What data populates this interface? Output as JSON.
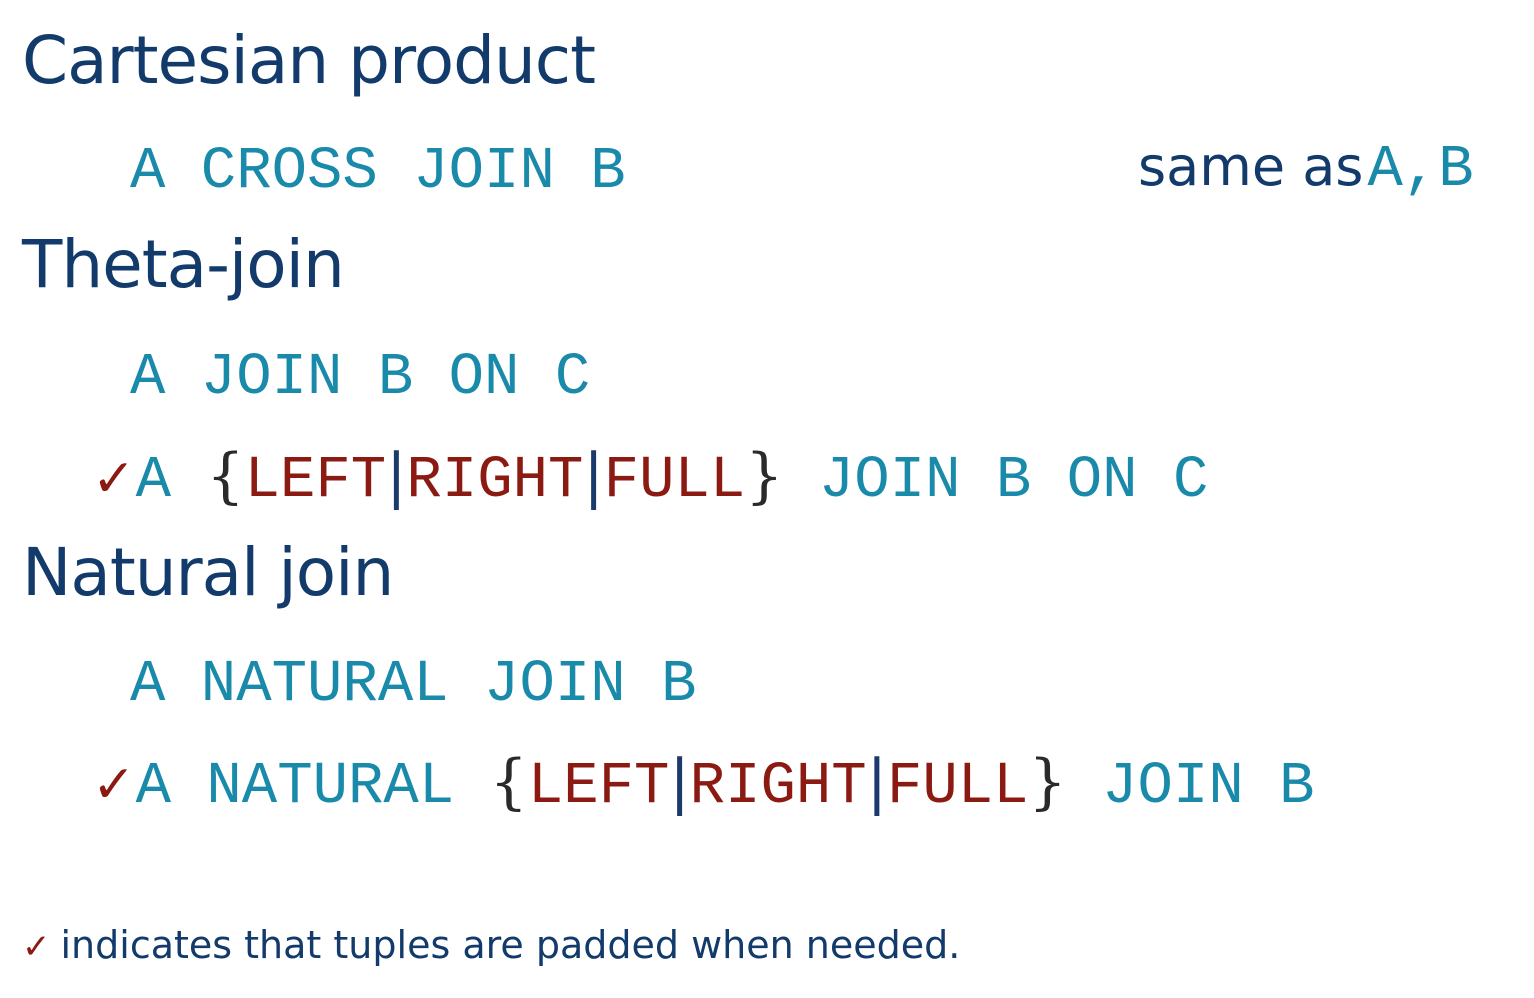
{
  "sections": [
    {
      "title": "Cartesian product",
      "lines": [
        {
          "text": "A CROSS JOIN B"
        }
      ],
      "note": {
        "prefix": "same as",
        "code": "A,B"
      }
    },
    {
      "title": "Theta-join",
      "lines": [
        {
          "text": "A JOIN B ON C"
        },
        {
          "check": "✓",
          "before": "A ",
          "open_brace": "{",
          "opt1": "LEFT",
          "sep1": "|",
          "opt2": "RIGHT",
          "sep2": "|",
          "opt3": "FULL",
          "close_brace": "}",
          "after": " JOIN B ON C"
        }
      ]
    },
    {
      "title": "Natural join",
      "lines": [
        {
          "text": "A NATURAL JOIN B"
        },
        {
          "check": "✓",
          "before": "A NATURAL ",
          "open_brace": "{",
          "opt1": "LEFT",
          "sep1": "|",
          "opt2": "RIGHT",
          "sep2": "|",
          "opt3": "FULL",
          "close_brace": "}",
          "after": " JOIN B"
        }
      ]
    }
  ],
  "footnote": {
    "check": "✓",
    "text": "indicates that tuples are padded when needed."
  },
  "colors": {
    "heading": "#123a6b",
    "code": "#1a8aaa",
    "option": "#8a1a12",
    "check": "#8a1a12"
  }
}
